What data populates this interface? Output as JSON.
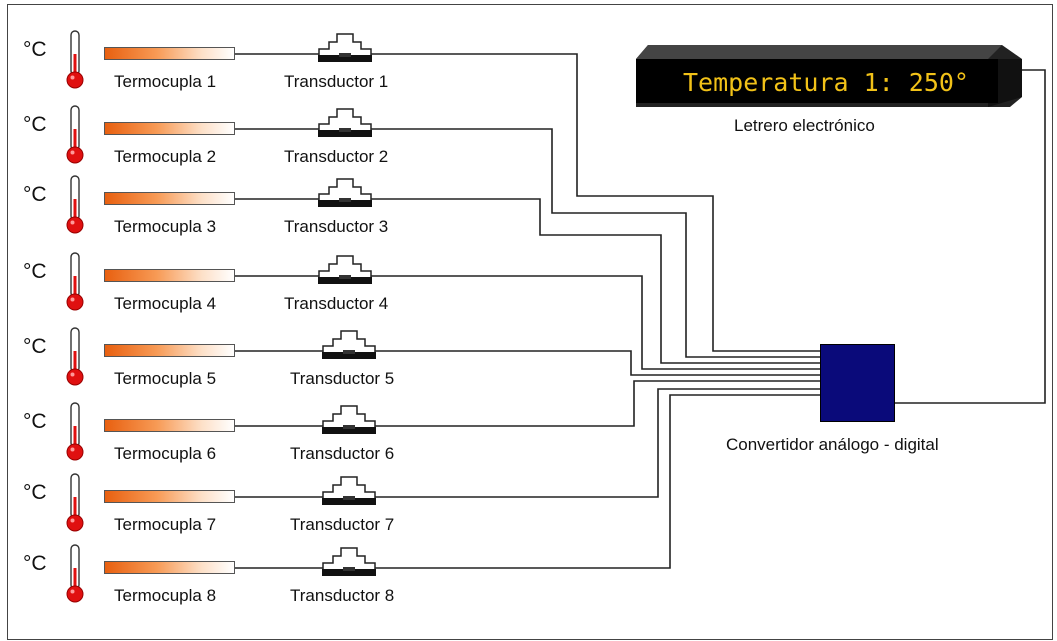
{
  "unit_symbol": "°C",
  "rows": [
    {
      "thermocouple": "Termocupla 1",
      "transducer": "Transductor 1"
    },
    {
      "thermocouple": "Termocupla 2",
      "transducer": "Transductor 2"
    },
    {
      "thermocouple": "Termocupla 3",
      "transducer": "Transductor 3"
    },
    {
      "thermocouple": "Termocupla 4",
      "transducer": "Transductor 4"
    },
    {
      "thermocouple": "Termocupla 5",
      "transducer": "Transductor 5"
    },
    {
      "thermocouple": "Termocupla 6",
      "transducer": "Transductor 6"
    },
    {
      "thermocouple": "Termocupla 7",
      "transducer": "Transductor 7"
    },
    {
      "thermocouple": "Termocupla 8",
      "transducer": "Transductor 8"
    }
  ],
  "display": {
    "text": "Temperatura 1: 250°",
    "label": "Letrero electrónico",
    "text_color": "#f2c218"
  },
  "converter": {
    "label": "Convertidor análogo - digital",
    "color": "#0a0a7a"
  },
  "colors": {
    "thermometer_bulb": "#e01010",
    "thermocouple_gradient_start": "#e86010",
    "wire": "#222222"
  }
}
